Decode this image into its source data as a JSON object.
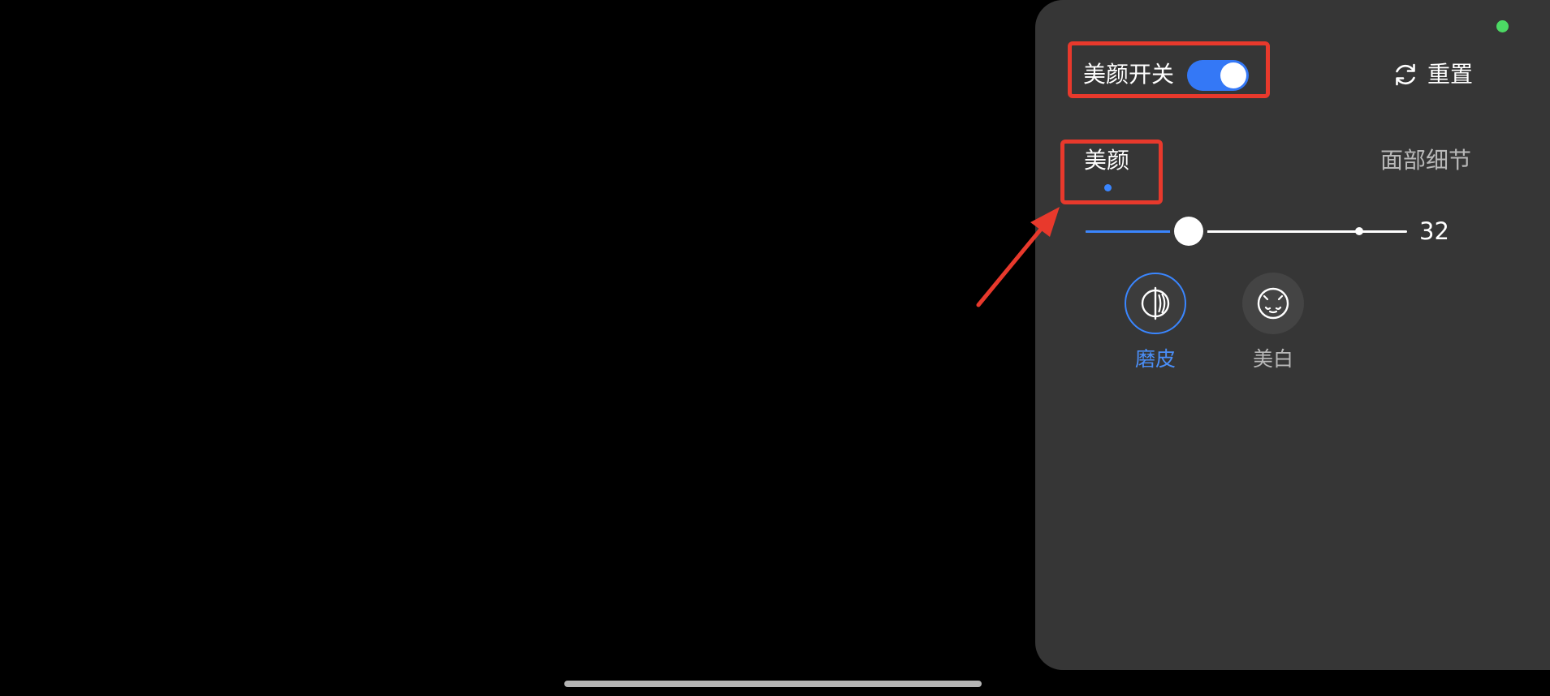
{
  "beauty_switch": {
    "label": "美颜开关",
    "enabled": true
  },
  "reset": {
    "label": "重置",
    "icon": "refresh-icon"
  },
  "tabs": [
    {
      "label": "美颜",
      "selected": true
    },
    {
      "label": "面部细节",
      "selected": false
    }
  ],
  "slider": {
    "value": "32",
    "min": 0,
    "max": 100,
    "default_marker": 85
  },
  "features": [
    {
      "label": "磨皮",
      "icon": "skin-smoothing-icon",
      "selected": true
    },
    {
      "label": "美白",
      "icon": "face-whitening-icon",
      "selected": false
    }
  ],
  "colors": {
    "background": "#000000",
    "panel": "#363636",
    "accent": "#3a86ff",
    "highlight": "#e8392c",
    "status_dot": "#4cd964"
  }
}
